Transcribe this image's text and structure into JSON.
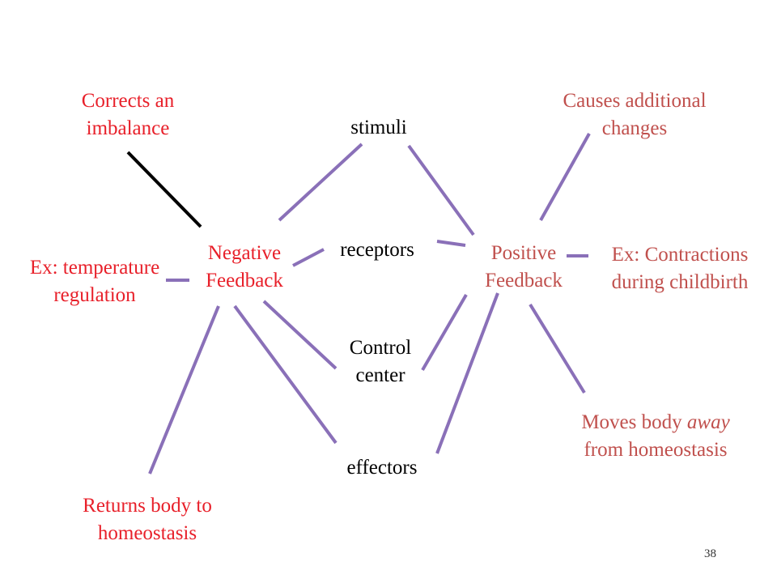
{
  "colors": {
    "red_label": "#e8202a",
    "pink_label": "#c0504d",
    "connector_purple": "#8a70b8",
    "connector_black": "#000000"
  },
  "nodes": {
    "corrects": "Corrects an\nimbalance",
    "temperature": "Ex: temperature\nregulation",
    "negative": "Negative\nFeedback",
    "returns": "Returns body to\nhomeostasis",
    "stimuli": "stimuli",
    "receptors": "receptors",
    "control": "Control\ncenter",
    "effectors": "effectors",
    "positive": "Positive\nFeedback",
    "causes": "Causes additional\nchanges",
    "contractions": "Ex: Contractions\nduring childbirth",
    "moves_prefix": "Moves body ",
    "moves_emph": "away",
    "moves_suffix": "\nfrom homeostasis"
  },
  "page_number": "38"
}
